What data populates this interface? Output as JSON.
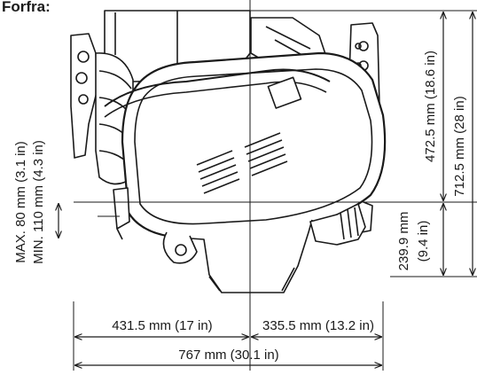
{
  "header": {
    "title": "Forfra:"
  },
  "dimensions": {
    "height_upper": "472.5 mm (18.6 in)",
    "height_total": "712.5 mm (28 in)",
    "height_lower_mm": "239.9 mm",
    "height_lower_in": "(9.4 in)",
    "clearance_max": "MAX. 80 mm (3.1 in)",
    "clearance_min": "MIN. 110 mm (4.3 in)",
    "width_left": "431.5 mm (17 in)",
    "width_right": "335.5 mm (13.2 in)",
    "width_total": "767 mm (30.1 in)"
  }
}
